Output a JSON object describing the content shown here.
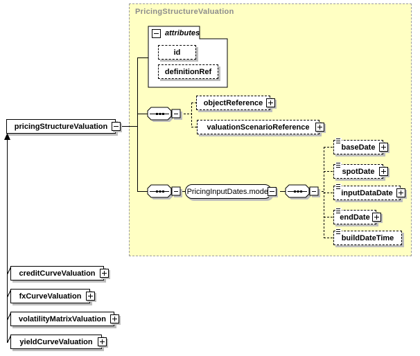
{
  "container": {
    "title": "PricingStructureValuation"
  },
  "root": {
    "label": "pricingStructureValuation"
  },
  "attributes": {
    "header": "attributes",
    "items": [
      {
        "label": "id"
      },
      {
        "label": "definitionRef"
      }
    ]
  },
  "references": [
    {
      "label": "objectReference"
    },
    {
      "label": "valuationScenarioReference"
    }
  ],
  "model_group": {
    "label": "PricingInputDates.model"
  },
  "dates": [
    {
      "label": "baseDate"
    },
    {
      "label": "spotDate"
    },
    {
      "label": "inputDataDate"
    },
    {
      "label": "endDate"
    },
    {
      "label": "buildDateTime"
    }
  ],
  "substitutions": [
    {
      "label": "creditCurveValuation"
    },
    {
      "label": "fxCurveValuation"
    },
    {
      "label": "volatilityMatrixValuation"
    },
    {
      "label": "yieldCurveValuation"
    }
  ],
  "colors": {
    "container_bg": "#FFFFC3",
    "container_border": "#9C9C9C",
    "title": "#8C8C8C",
    "shadow": "#BEBEBE"
  }
}
